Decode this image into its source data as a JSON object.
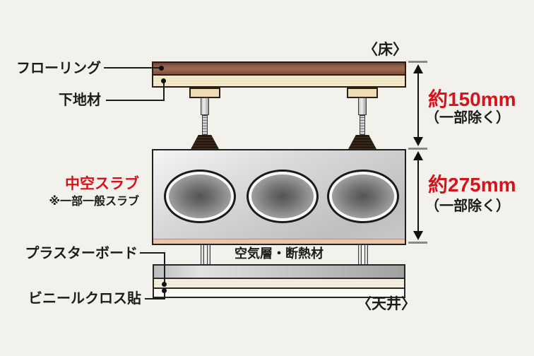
{
  "diagram": {
    "floor_caption": "〈床〉",
    "ceiling_caption": "〈天井〉",
    "labels": {
      "flooring": "フローリング",
      "subfloor": "下地材",
      "hollow_slab": "中空スラブ",
      "hollow_slab_note": "※一部一般スラブ",
      "plasterboard": "プラスターボード",
      "vinyl_cloth": "ビニールクロス貼",
      "air_insulation": "空気層・断熱材"
    },
    "dimensions": {
      "floor_system": {
        "value": "約150mm",
        "note": "（一部除く）"
      },
      "slab": {
        "value": "約275mm",
        "note": "（一部除く）"
      }
    },
    "colors": {
      "accent_red": "#d6131c",
      "text_black": "#1c1c1c",
      "flooring_brown": "#96614e",
      "subfloor_cream": "#f1e9c9",
      "slab_gray": "#cfcfcf",
      "slab_bottom_pink": "#e9c6ae",
      "background": "#f3f1ec"
    }
  }
}
